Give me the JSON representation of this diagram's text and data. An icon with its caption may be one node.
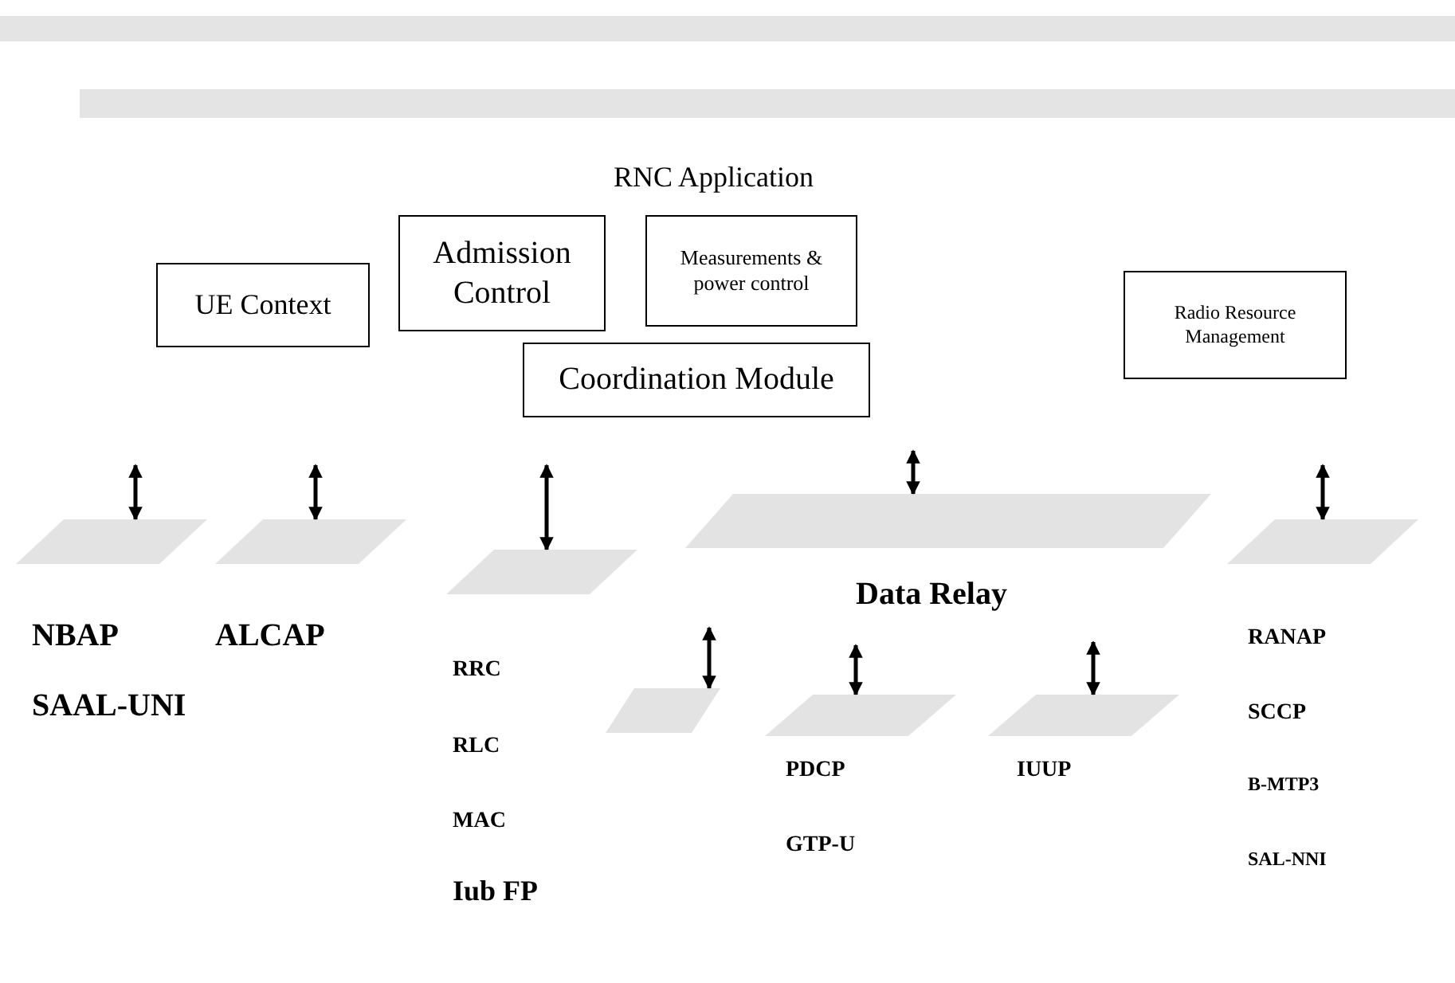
{
  "diagram": {
    "title": "RNC Application",
    "nodes": [
      {
        "text": [
          "Admission Control"
        ]
      },
      {
        "text": [
          "Measurements & power control"
        ]
      },
      {
        "text": [
          "UE Context"
        ]
      },
      {
        "text": [
          "Radio Resource Management"
        ]
      },
      {
        "text": [
          "Coordination Module"
        ]
      },
      {
        "text": [],
        "shape": "parallelogram"
      },
      {
        "text": [],
        "shape": "parallelogram"
      },
      {
        "text": [],
        "shape": "parallelogram"
      },
      {
        "text": [],
        "shape": "parallelogram"
      },
      {
        "text": [],
        "shape": "parallelogram"
      },
      {
        "text": [],
        "shape": "parallelogram"
      },
      {
        "text": [],
        "shape": "parallelogram"
      },
      {
        "text": [],
        "shape": "parallelogram"
      }
    ],
    "edges": [
      {
        "from": null,
        "to": 5,
        "arrow": "both"
      },
      {
        "from": null,
        "to": 6,
        "arrow": "both"
      },
      {
        "from": null,
        "to": 7,
        "arrow": "both"
      },
      {
        "from": null,
        "to": 8,
        "arrow": "both"
      },
      {
        "from": null,
        "to": 9,
        "arrow": "both"
      },
      {
        "from": null,
        "to": 10,
        "arrow": "both"
      },
      {
        "from": null,
        "to": 11,
        "arrow": "both"
      },
      {
        "from": null,
        "to": 12,
        "arrow": "both"
      }
    ],
    "labels": [
      "Data Relay",
      "NBAP",
      "ALCAP",
      "RRC",
      "SAAL-UNI",
      "RANAP",
      "RLC",
      "SCCP",
      "PDCP",
      "IUUP",
      "MAC",
      "B-MTP3",
      "GTP-U",
      "SAL-NNI",
      "Iub FP"
    ]
  }
}
